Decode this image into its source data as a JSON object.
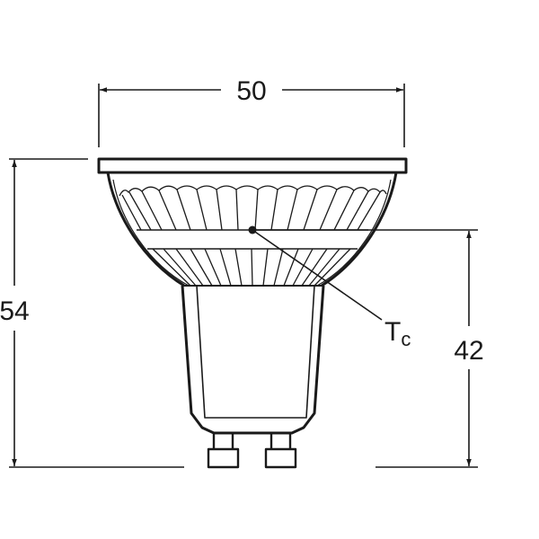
{
  "diagram": {
    "title": "GU10 LED reflector lamp dimension drawing",
    "units": "mm",
    "line_color": "#1a1a1a",
    "background": "#ffffff"
  },
  "dimensions": {
    "width": {
      "label": "50",
      "description": "overall diameter"
    },
    "height": {
      "label": "54",
      "description": "overall length"
    },
    "tc_height": {
      "label": "42",
      "description": "height of Tc measurement point from base"
    }
  },
  "annotations": {
    "tc": {
      "main": "T",
      "sub": "c",
      "description": "case temperature measurement point"
    }
  },
  "parts": {
    "rim": "front rim / cover glass",
    "reflector": "faceted reflector body",
    "band": "marking band",
    "base": "lamp base housing",
    "pins": [
      "left GU10 pin",
      "right GU10 pin"
    ]
  }
}
